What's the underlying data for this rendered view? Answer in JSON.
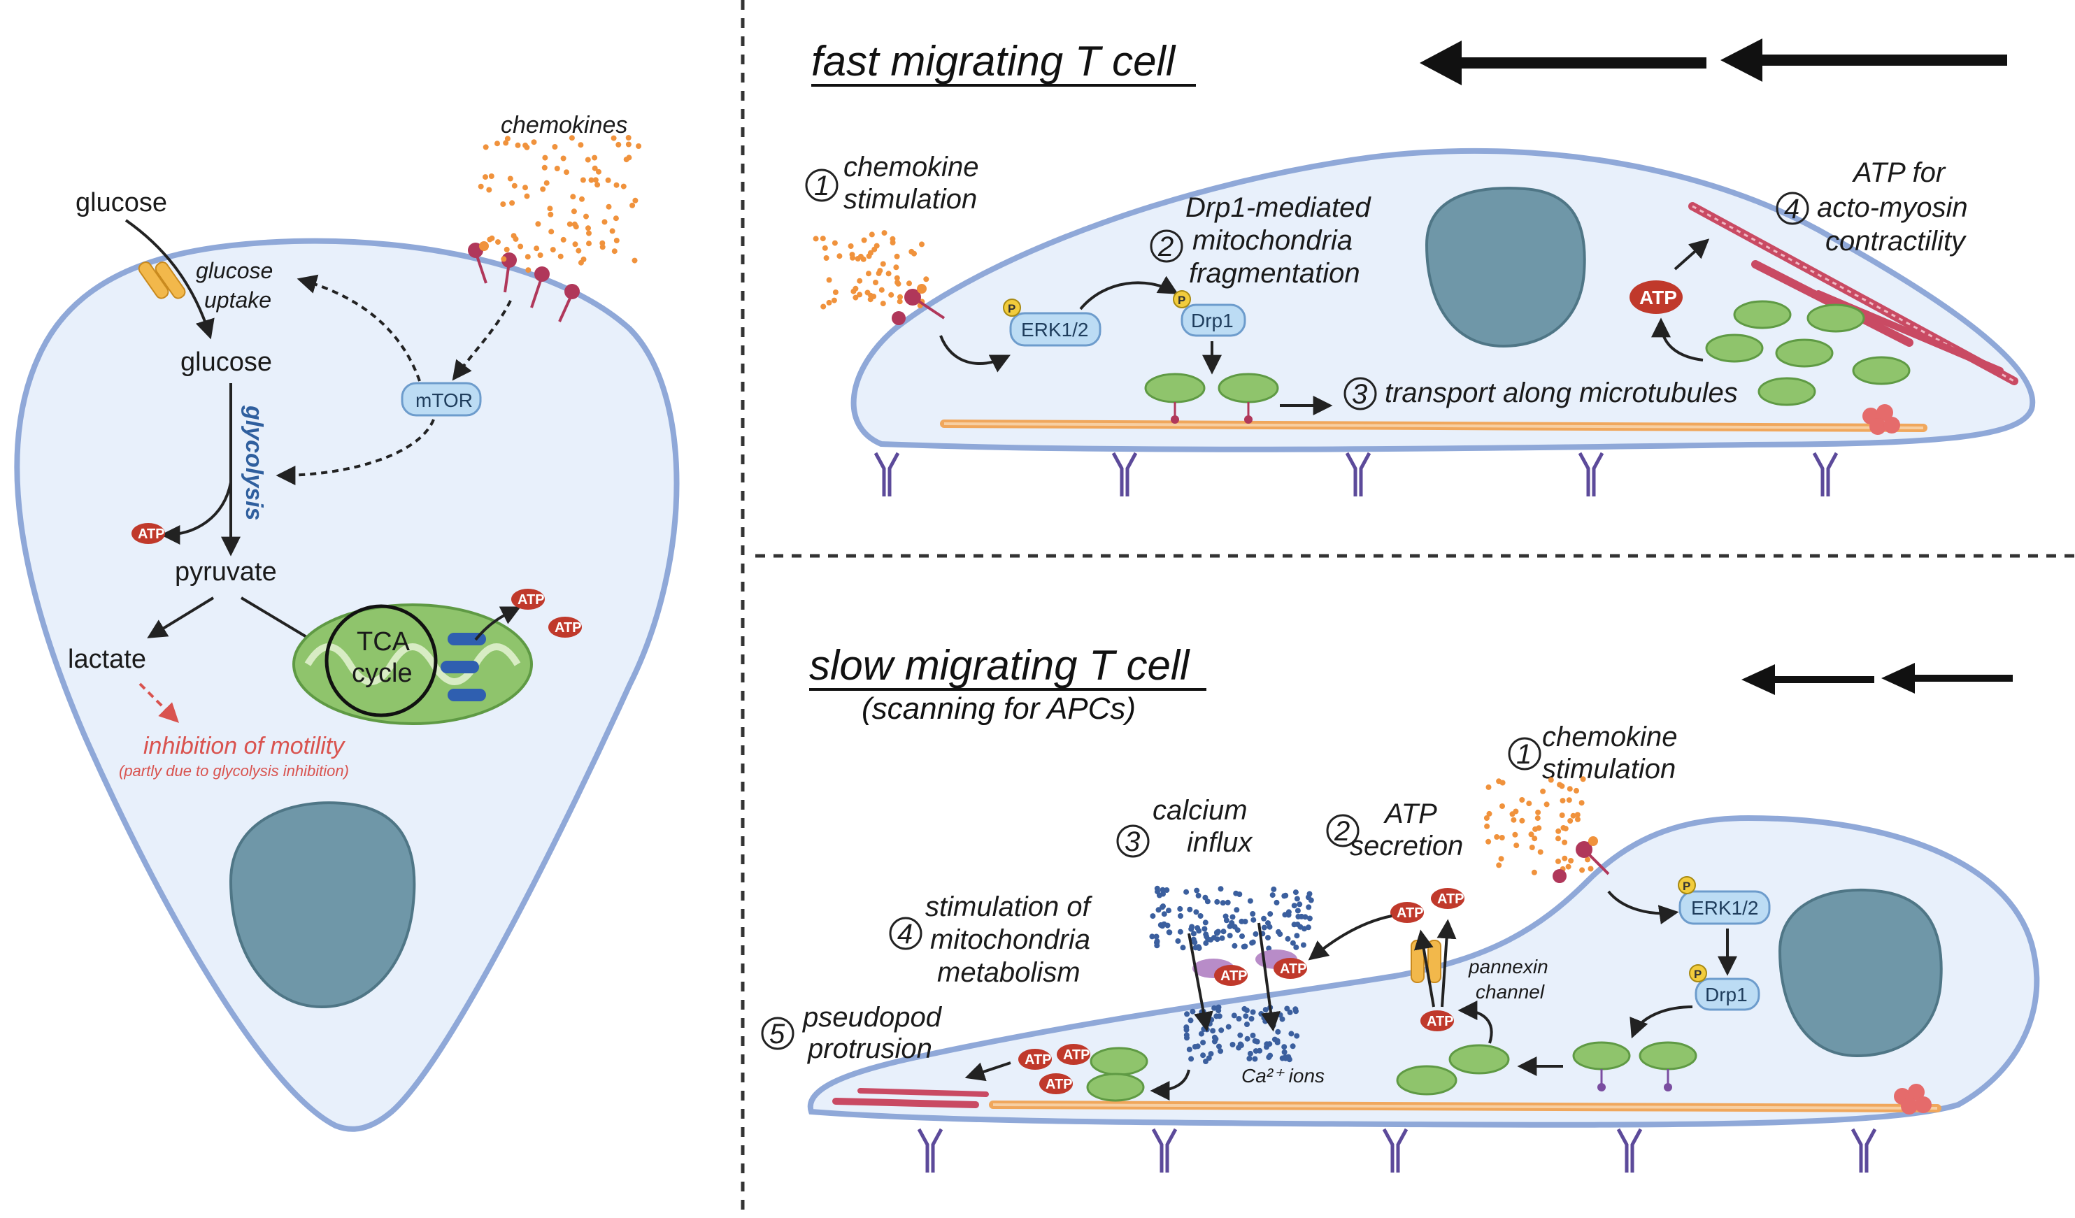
{
  "left_panel": {
    "glucose_outside": "glucose",
    "glucose_uptake": "glucose uptake",
    "glucose_inside": "glucose",
    "glycolysis": "glycolysis",
    "pyruvate": "pyruvate",
    "lactate": "lactate",
    "tca_line1": "TCA",
    "tca_line2": "cycle",
    "mtor": "mTOR",
    "chemokines": "chemokines",
    "inhibition": "inhibition of motility",
    "inhibition_note": "(partly due to glycolysis inhibition)",
    "atp": "ATP"
  },
  "fast_panel": {
    "title": "fast migrating T cell",
    "step1_num": "1",
    "step1_line1": "chemokine",
    "step1_line2": "stimulation",
    "step2_num": "2",
    "step2_line1": "Drp1-mediated",
    "step2_line2": "mitochondria",
    "step2_line3": "fragmentation",
    "step3_num": "3",
    "step3": "transport along microtubules",
    "step4_num": "4",
    "step4_line1": "ATP for",
    "step4_line2": "acto-myosin",
    "step4_line3": "contractility",
    "erk": "ERK1/2",
    "drp1": "Drp1",
    "atp": "ATP",
    "p": "P"
  },
  "slow_panel": {
    "title": "slow migrating T cell",
    "subtitle": "(scanning for APCs)",
    "step1_num": "1",
    "step1_line1": "chemokine",
    "step1_line2": "stimulation",
    "step2_num": "2",
    "step2_line1": "ATP",
    "step2_line2": "secretion",
    "step3_num": "3",
    "step3_line1": "calcium",
    "step3_line2": "influx",
    "step4_num": "4",
    "step4_line1": "stimulation of",
    "step4_line2": "mitochondria",
    "step4_line3": "metabolism",
    "step5_num": "5",
    "step5_line1": "pseudopod",
    "step5_line2": "protrusion",
    "pannexin_line1": "pannexin",
    "pannexin_line2": "channel",
    "ca_ions": "Ca²⁺ ions",
    "erk": "ERK1/2",
    "drp1": "Drp1",
    "atp": "ATP",
    "p": "P"
  },
  "colors": {
    "cell_fill": "#e8f0fb",
    "membrane": "#8fa8d8",
    "nucleus": "#6f97a8",
    "mito": "#8fc46c",
    "atp": "#c0392b",
    "chemokine_dots": "#f0923c",
    "pill_fill": "#bcdcf4",
    "inhibition_red": "#d9534f",
    "glycolysis_blue": "#2f5f9e"
  }
}
